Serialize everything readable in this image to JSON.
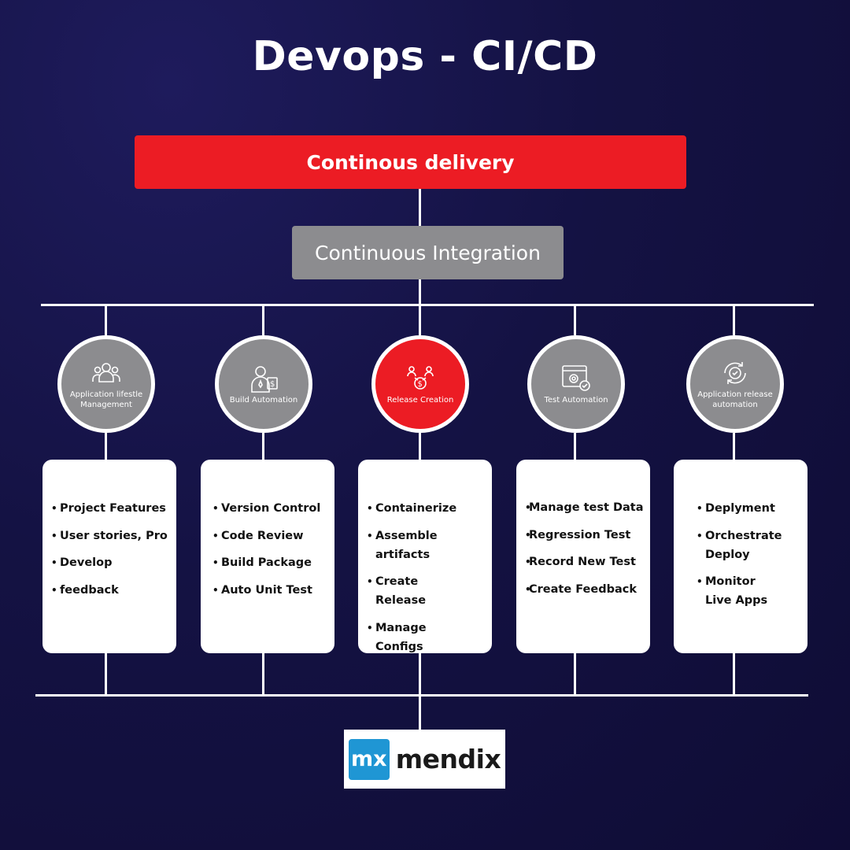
{
  "title": "Devops - CI/CD",
  "top_box": "Continous delivery",
  "middle_box": "Continuous Integration",
  "columns": [
    {
      "circle_label": "Application lifestle Management",
      "icon": "people-group-icon",
      "highlighted": false,
      "items": [
        "Project Features",
        "User stories, Pro",
        "Develop",
        "feedback"
      ]
    },
    {
      "circle_label": "Build Automation",
      "icon": "businessman-money-icon",
      "highlighted": false,
      "items": [
        "Version Control",
        "Code Review",
        "Build Package",
        "Auto Unit Test"
      ]
    },
    {
      "circle_label": "Release Creation",
      "icon": "team-dollar-icon",
      "highlighted": true,
      "items": [
        "Containerize",
        "Assemble artifacts",
        "Create Release",
        "Manage Configs"
      ]
    },
    {
      "circle_label": "Test Automation",
      "icon": "browser-gear-check-icon",
      "highlighted": false,
      "items": [
        "Manage test Data",
        "Regression Test",
        "Record New Test",
        "Create Feedback"
      ]
    },
    {
      "circle_label": "Application release automation",
      "icon": "gear-cycle-icon",
      "highlighted": false,
      "items": [
        "Deplyment",
        "Orchestrate Deploy",
        "Monitor Live Apps"
      ]
    }
  ],
  "logo": {
    "badge": "mx",
    "word": "mendix"
  },
  "colors": {
    "accent_red": "#ec1c24",
    "neutral_grey": "#8c8c8f",
    "mendix_blue": "#1f96d4"
  }
}
